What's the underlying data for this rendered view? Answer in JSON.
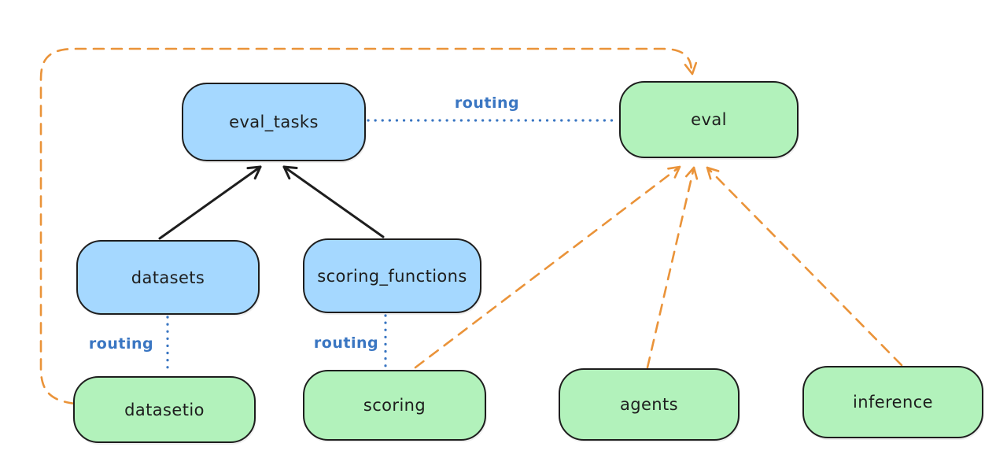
{
  "diagram": {
    "nodes": [
      {
        "id": "eval_tasks",
        "label": "eval_tasks",
        "color": "blue"
      },
      {
        "id": "eval",
        "label": "eval",
        "color": "green"
      },
      {
        "id": "datasets",
        "label": "datasets",
        "color": "blue"
      },
      {
        "id": "scoring_functions",
        "label": "scoring_functions",
        "color": "blue"
      },
      {
        "id": "datasetio",
        "label": "datasetio",
        "color": "green"
      },
      {
        "id": "scoring",
        "label": "scoring",
        "color": "green"
      },
      {
        "id": "agents",
        "label": "agents",
        "color": "green"
      },
      {
        "id": "inference",
        "label": "inference",
        "color": "green"
      }
    ],
    "edges": [
      {
        "from": "datasets",
        "to": "eval_tasks",
        "style": "solid-black-arrow",
        "label": ""
      },
      {
        "from": "scoring_functions",
        "to": "eval_tasks",
        "style": "solid-black-arrow",
        "label": ""
      },
      {
        "from": "eval_tasks",
        "to": "eval",
        "style": "dotted-blue",
        "label": "routing"
      },
      {
        "from": "datasets",
        "to": "datasetio",
        "style": "dotted-blue",
        "label": "routing"
      },
      {
        "from": "scoring_functions",
        "to": "scoring",
        "style": "dotted-blue",
        "label": "routing"
      },
      {
        "from": "scoring",
        "to": "eval",
        "style": "dashed-orange-arrow",
        "label": ""
      },
      {
        "from": "agents",
        "to": "eval",
        "style": "dashed-orange-arrow",
        "label": ""
      },
      {
        "from": "inference",
        "to": "eval",
        "style": "dashed-orange-arrow",
        "label": ""
      },
      {
        "from": "datasetio",
        "to": "eval",
        "style": "dashed-orange-arrow",
        "label": "",
        "route": "left-top-loop"
      }
    ],
    "edge_labels": [
      {
        "text": "routing"
      },
      {
        "text": "routing"
      },
      {
        "text": "routing"
      }
    ],
    "colors": {
      "blue_fill": "#a5d8ff",
      "green_fill": "#b2f2bb",
      "stroke": "#1e1e1e",
      "orange_edge": "#ea9339",
      "routing_blue": "#3a76c2"
    }
  }
}
